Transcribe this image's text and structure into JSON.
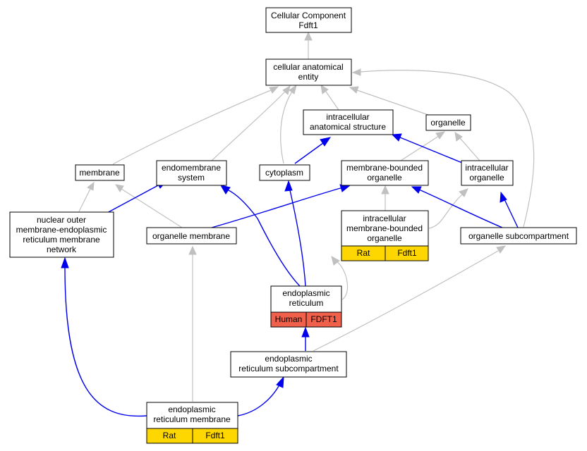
{
  "nodes": {
    "cellular_component": {
      "lines": [
        "Cellular Component",
        "Fdft1"
      ]
    },
    "cellular_anatomical_entity": {
      "lines": [
        "cellular anatomical",
        "entity"
      ]
    },
    "intracellular_anatomical_structure": {
      "lines": [
        "intracellular",
        "anatomical structure"
      ]
    },
    "organelle": {
      "lines": [
        "organelle"
      ]
    },
    "membrane": {
      "lines": [
        "membrane"
      ]
    },
    "endomembrane_system": {
      "lines": [
        "endomembrane",
        "system"
      ]
    },
    "cytoplasm": {
      "lines": [
        "cytoplasm"
      ]
    },
    "membrane_bounded_organelle": {
      "lines": [
        "membrane-bounded",
        "organelle"
      ]
    },
    "intracellular_organelle": {
      "lines": [
        "intracellular",
        "organelle"
      ]
    },
    "nuclear_outer_membrane_er_network": {
      "lines": [
        "nuclear outer",
        "membrane-endoplasmic",
        "reticulum membrane",
        "network"
      ]
    },
    "organelle_membrane": {
      "lines": [
        "organelle membrane"
      ]
    },
    "intracellular_membrane_bounded_organelle": {
      "lines": [
        "intracellular",
        "membrane-bounded",
        "organelle"
      ],
      "tags": [
        "Rat",
        "Fdft1"
      ]
    },
    "organelle_subcompartment": {
      "lines": [
        "organelle subcompartment"
      ]
    },
    "endoplasmic_reticulum": {
      "lines": [
        "endoplasmic",
        "reticulum"
      ],
      "tags": [
        "Human",
        "FDFT1"
      ]
    },
    "er_subcompartment": {
      "lines": [
        "endoplasmic",
        "reticulum subcompartment"
      ]
    },
    "er_membrane": {
      "lines": [
        "endoplasmic",
        "reticulum membrane"
      ],
      "tags": [
        "Rat",
        "Fdft1"
      ]
    }
  },
  "colors": {
    "is_a_edge": "#c0c0c0",
    "part_of_edge": "#0000ee",
    "rat_annotation": "#ffd700",
    "human_annotation": "#f0604a"
  }
}
